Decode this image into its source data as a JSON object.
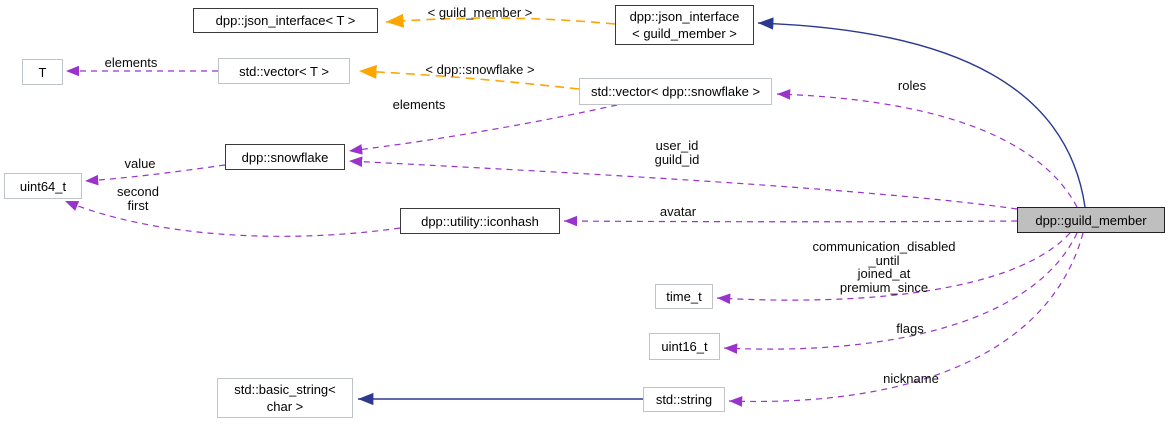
{
  "diagram": {
    "kind": "doxygen-collaboration-graph",
    "focus_class": "dpp::guild_member",
    "colors": {
      "usage_arrow": "#9a32cd",
      "template_arrow": "#ffa500",
      "inheritance_arrow": "#2b3990",
      "focus_fill": "#bfbfbf",
      "class_border": "#3a3a3a",
      "plain_border": "#bec4c7",
      "background": "#ffffff"
    },
    "nodes": {
      "json_interface_t": {
        "label": "dpp::json_interface< T >"
      },
      "json_interface_guild_member": {
        "line1": "dpp::json_interface",
        "line2": "< guild_member >"
      },
      "t": {
        "label": "T"
      },
      "vector_t": {
        "label": "std::vector< T >"
      },
      "vector_snowflake": {
        "label": "std::vector< dpp::snowflake >"
      },
      "snowflake": {
        "label": "dpp::snowflake"
      },
      "uint64_t": {
        "label": "uint64_t"
      },
      "iconhash": {
        "label": "dpp::utility::iconhash"
      },
      "guild_member": {
        "label": "dpp::guild_member"
      },
      "time_t": {
        "label": "time_t"
      },
      "uint16_t": {
        "label": "uint16_t"
      },
      "std_string": {
        "label": "std::string"
      },
      "basic_string": {
        "line1": "std::basic_string<",
        "line2": "char >"
      }
    },
    "edge_labels": {
      "template_guild_member": "< guild_member >",
      "template_snowflake": "< dpp::snowflake >",
      "elements_t": "elements",
      "elements_snowflake": "elements",
      "roles": "roles",
      "user_id": "user_id",
      "guild_id": "guild_id",
      "value": "value",
      "second": "second",
      "first": "first",
      "avatar": "avatar",
      "communication_disabled": "communication_disabled",
      "until": "_until",
      "joined_at": "joined_at",
      "premium_since": "premium_since",
      "flags": "flags",
      "nickname": "nickname"
    }
  }
}
